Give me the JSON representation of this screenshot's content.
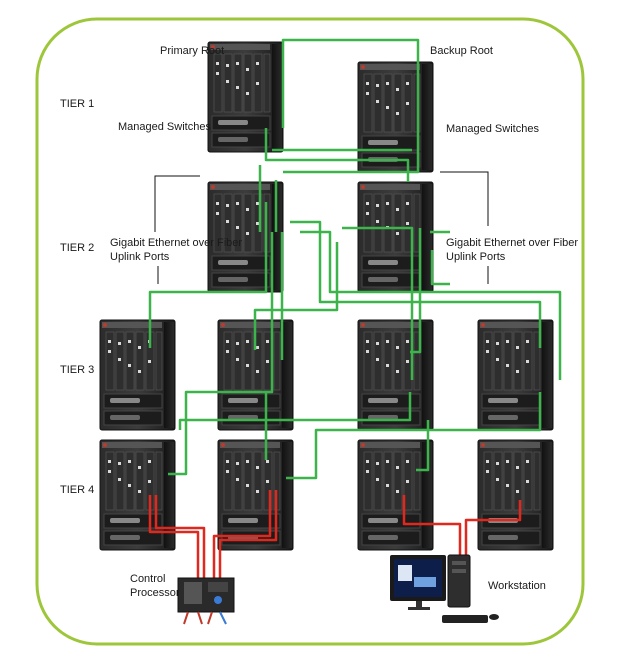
{
  "colors": {
    "border": "#9dc63b",
    "fiber": "#3cb44b",
    "copper": "#e0281e",
    "chassis": "#222222",
    "card": "#3a3a3a"
  },
  "labels": {
    "primary_root": "Primary Root",
    "backup_root": "Backup Root",
    "tier1": "TIER 1",
    "tier2": "TIER 2",
    "tier3": "TIER 3",
    "tier4": "TIER 4",
    "managed_left": "Managed Switches",
    "managed_right": "Managed Switches",
    "gig_left": "Gigabit Ethernet over Fiber Uplink Ports",
    "gig_right": "Gigabit Ethernet over Fiber Uplink Ports",
    "control_processor": "Control Processor",
    "workstation": "Workstation"
  },
  "icons": {
    "switch": "network-switch-icon",
    "controller": "control-processor-icon",
    "workstation": "workstation-computer-icon"
  }
}
